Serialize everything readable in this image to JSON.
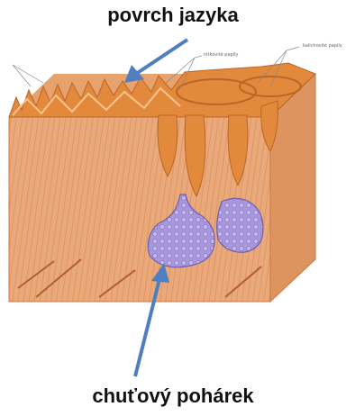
{
  "labels": {
    "surface": "povrch jazyka",
    "taste_bud": "chuťový pohárek",
    "filiform": "nitkovité papily",
    "circumvallate": "kalichovité papily"
  },
  "colors": {
    "tissue": "#e9a878",
    "tissue_dark": "#d4824c",
    "surface": "#e08a3c",
    "taste_bud": "#a796db",
    "arrow": "#4f7fc0"
  }
}
